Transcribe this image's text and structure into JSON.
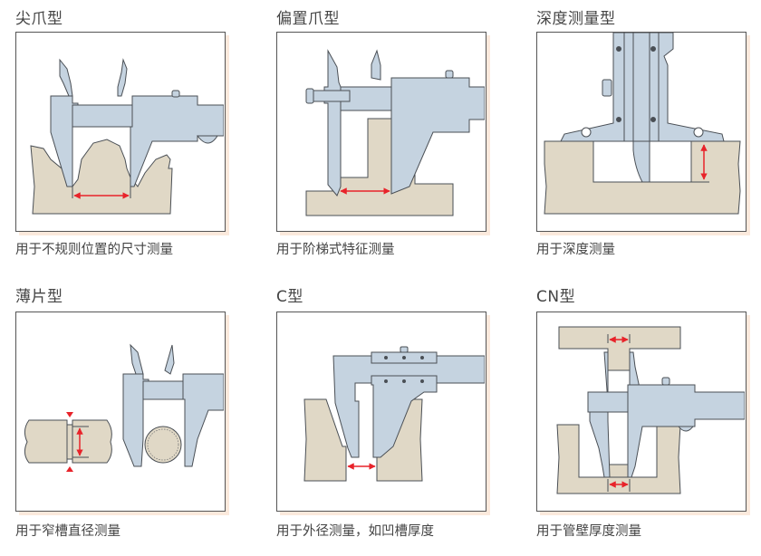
{
  "colors": {
    "caliper": "#c5d3e0",
    "caliper_outline": "#4a4f55",
    "workpiece": "#e0d8c6",
    "arrow": "#e8232a",
    "frame_shadow": "#fbe9dc"
  },
  "panels": [
    {
      "title": "尖爪型",
      "caption": "用于不规则位置的尺寸测量",
      "illustration": "pointed-jaw-caliper-measuring-irregular-profile"
    },
    {
      "title": "偏置爪型",
      "caption": "用于阶梯式特征测量",
      "illustration": "offset-jaw-caliper-measuring-step"
    },
    {
      "title": "深度测量型",
      "caption": "用于深度测量",
      "illustration": "depth-gauge-measuring-recess"
    },
    {
      "title": "薄片型",
      "caption": "用于窄槽直径测量",
      "illustration": "blade-type-caliper-measuring-groove-diameter"
    },
    {
      "title": "C型",
      "caption": "用于外径测量，如凹槽厚度",
      "illustration": "c-type-caliper-measuring-groove-wall"
    },
    {
      "title": "CN型",
      "caption": "用于管壁厚度测量",
      "illustration": "cn-type-caliper-measuring-wall-thickness"
    }
  ]
}
